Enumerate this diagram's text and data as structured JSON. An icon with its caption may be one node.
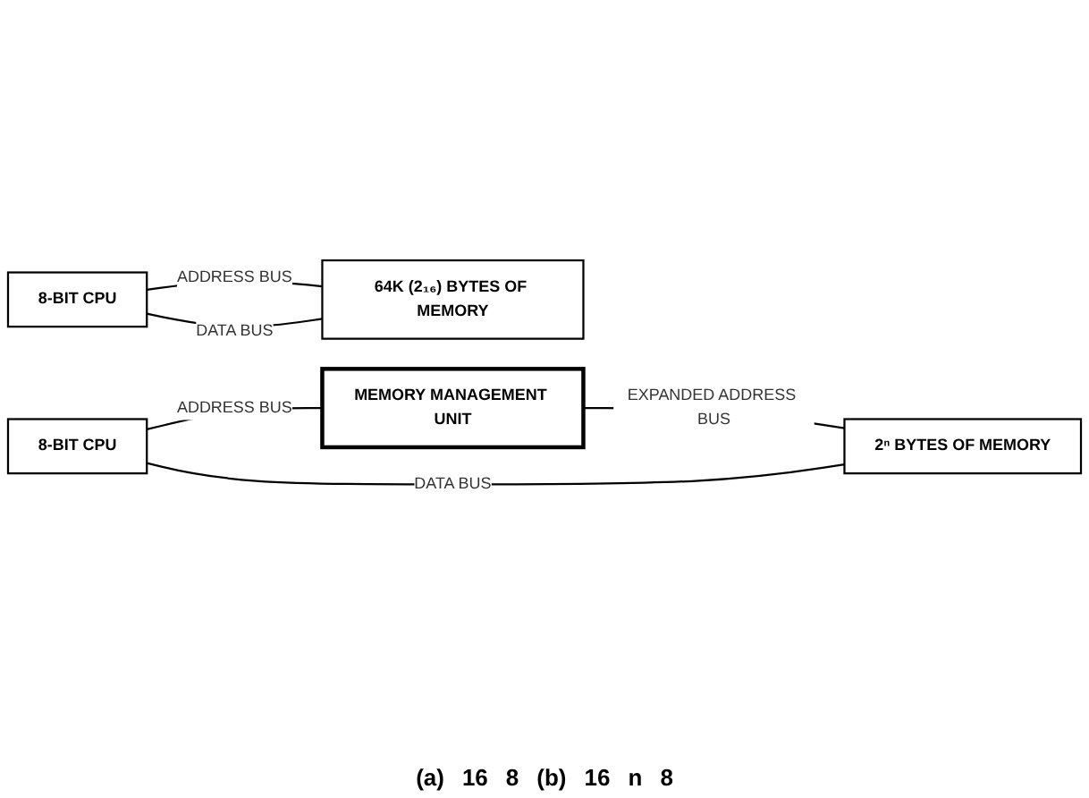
{
  "diagram": {
    "nodes": [
      {
        "text": [
          "8-BIT CPU"
        ]
      },
      {
        "text": [
          "64K (2₁₆) BYTES OF MEMORY"
        ]
      },
      {
        "text": [
          "8-BIT CPU"
        ]
      },
      {
        "text": [
          "MEMORY MANAGEMENT UNIT"
        ]
      },
      {
        "text": [
          "2ⁿ BYTES OF MEMORY"
        ]
      }
    ],
    "edges": [
      {
        "from": 0,
        "to": 1,
        "arrow": "none",
        "label": "ADDRESS BUS"
      },
      {
        "from": 0,
        "to": 1,
        "arrow": "none",
        "label": "DATA BUS"
      },
      {
        "from": 2,
        "to": 3,
        "arrow": "none",
        "label": "ADDRESS BUS"
      },
      {
        "from": 3,
        "to": 4,
        "arrow": "none",
        "label": "EXPANDED ADDRESS BUS"
      },
      {
        "from": 2,
        "to": 4,
        "arrow": "none",
        "label": "DATA BUS"
      }
    ],
    "labels": [
      "(a)",
      "16",
      "8",
      "(b)",
      "16",
      "n",
      "8"
    ]
  }
}
